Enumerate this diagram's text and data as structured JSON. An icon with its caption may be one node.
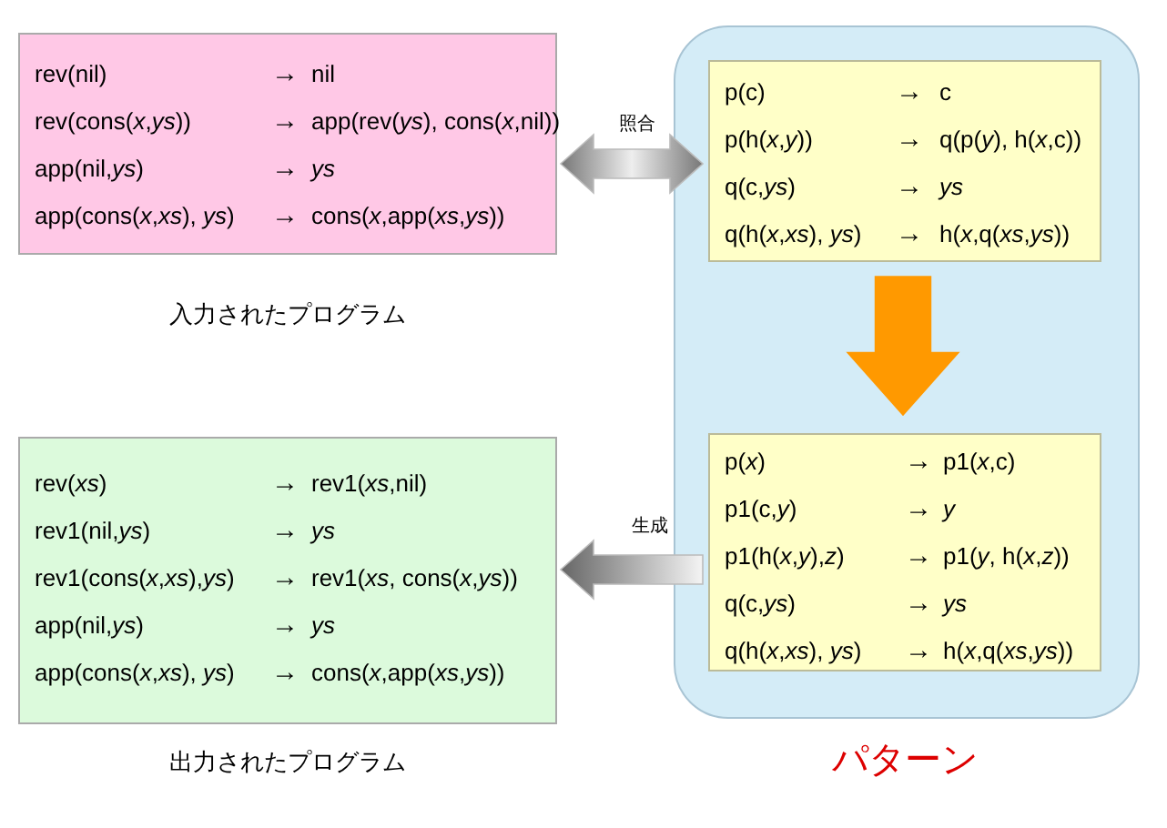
{
  "diagram": {
    "nodes": [
      {
        "text": [
          "rev(nil)",
          "→",
          "nil",
          "rev(cons(*x*,*ys*))",
          "→",
          "app(rev(*ys*), cons(*x*,nil))",
          "app(nil,*ys*)",
          "→",
          "*ys*",
          "app(cons(*x*,*xs*), *ys*)",
          "→",
          "cons(*x*,app(*xs*,*ys*))"
        ],
        "beside": [
          "入力されたプログラム"
        ]
      },
      {
        "text": [
          "rev(*xs*)",
          "→",
          "rev1(*xs*,nil)",
          "rev1(nil,*ys*)",
          "→",
          "*ys*",
          "rev1(cons(*x*,*xs*),*ys*)",
          "→",
          "rev1(*xs*, cons(*x*,*ys*))",
          "app(nil,*ys*)",
          "→",
          "*ys*",
          "app(cons(*x*,*xs*), *ys*)",
          "→",
          "cons(*x*,app(*xs*,*ys*))"
        ],
        "beside": [
          "出力されたプログラム"
        ]
      },
      {
        "text": [],
        "shape": "box",
        "beside": [
          "パターン"
        ]
      },
      {
        "text": [
          "p(c)",
          "→",
          "c",
          "p(h(*x*,*y*))",
          "→",
          "q(p(*y*), h(*x*,c))",
          "q(c,*ys*)",
          "→",
          "*ys*",
          "q(h(*x*,*xs*), *ys*)",
          "→",
          "h(*x*,q(*xs*,*ys*))"
        ],
        "in": 2
      },
      {
        "text": [
          "p(*x*)",
          "→",
          "p1(*x*,c)",
          "p1(c,*y*)",
          "→",
          "*y*",
          "p1(h(*x*,*y*),*z*)",
          "→",
          "p1(*y*, h(*x*,*z*))",
          "q(c,*ys*)",
          "→",
          "*ys*",
          "q(h(*x*,*xs*), *ys*)",
          "→",
          "h(*x*,q(*xs*,*ys*))"
        ],
        "in": 2
      }
    ],
    "edges": [
      {
        "from": 0,
        "to": 3,
        "arrow": "both",
        "label": "照合",
        "style": "thick"
      },
      {
        "from": 3,
        "to": 4,
        "arrow": "to",
        "style": "thick",
        "color": "#ff9900"
      },
      {
        "from": 4,
        "to": 1,
        "arrow": "to",
        "label": "生成",
        "style": "thick"
      }
    ]
  }
}
